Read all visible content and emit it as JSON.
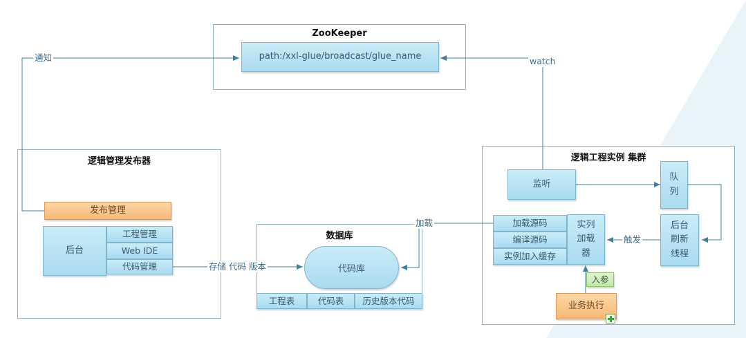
{
  "zookeeper": {
    "title": "ZooKeeper",
    "node_path": "path:/xxl-glue/broadcast/glue_name"
  },
  "publisher": {
    "title": "逻辑管理发布器",
    "publish_label": "发布管理",
    "backend_label": "后台",
    "menu": [
      "工程管理",
      "Web IDE",
      "代码管理"
    ]
  },
  "database": {
    "title": "数据库",
    "repo_label": "代码库",
    "tables": [
      "工程表",
      "代码表",
      "历史版本代码"
    ]
  },
  "cluster": {
    "title": "逻辑工程实例 集群",
    "listener_label": "监听",
    "queue_label": "队\n列",
    "refresh_label": "后台\n刷新\n线程",
    "loader_label": "实列\n加载\n器",
    "loader_steps": [
      "加载源码",
      "编译源码",
      "实例加入缓存"
    ],
    "business_label": "业务执行",
    "param_label": "入参"
  },
  "edges": {
    "notify": "通知",
    "watch": "watch",
    "store": "存储 代码 版本",
    "load": "加载",
    "trigger": "触发"
  },
  "colors": {
    "box_fill": "#a9dbf0",
    "box_border": "#7fb6cf",
    "line": "#3f7f9f",
    "orange": "#f7b873",
    "green": "#c4e8ab",
    "background_stripe": "#e8f4fa"
  }
}
